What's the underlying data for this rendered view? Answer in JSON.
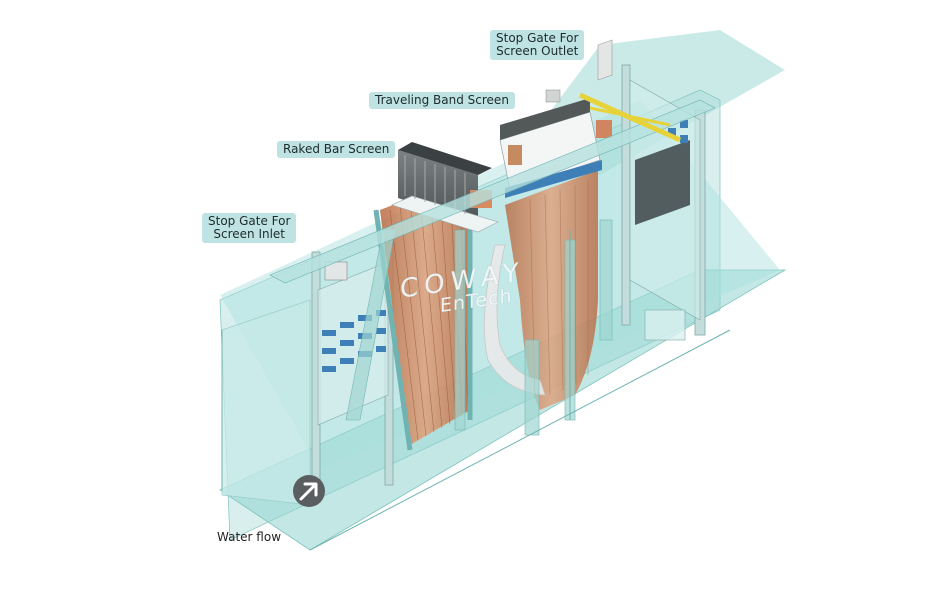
{
  "labels": {
    "stop_gate_outlet": [
      "Stop Gate For",
      "Screen Outlet"
    ],
    "traveling_band_screen": "Traveling Band Screen",
    "raked_bar_screen": "Raked Bar Screen",
    "stop_gate_inlet": [
      "Stop Gate For",
      "Screen Inlet"
    ],
    "water_flow": "Water flow"
  },
  "watermark": {
    "top": "COWAY",
    "bottom": "EnTech"
  },
  "colors": {
    "water": "#7fcfcf",
    "water_light": "#bfe8e6",
    "structure": "#a8dcd9",
    "copper": "#c8825a",
    "machine_gray": "#6b7072",
    "rail_yellow": "#e7d23a",
    "callout_bg": "#bfe3e3",
    "flow_icon": "#5a5e60"
  },
  "icons": {
    "flow_direction": "arrow-circle-icon"
  }
}
